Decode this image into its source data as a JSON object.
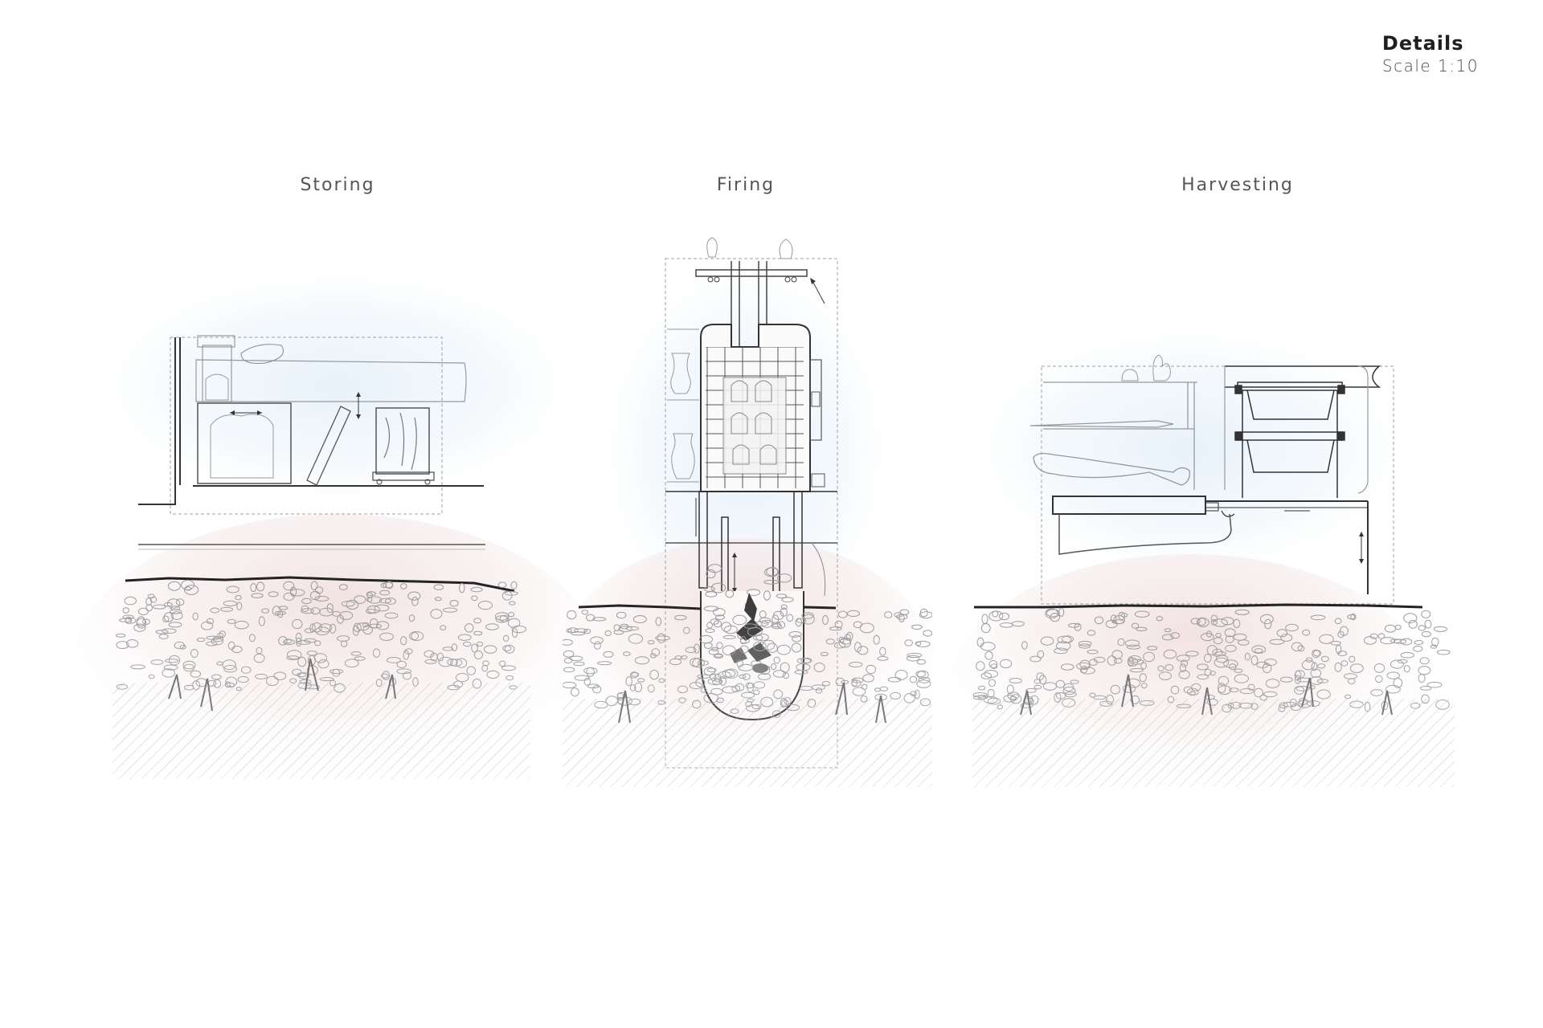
{
  "header": {
    "title": "Details",
    "scale": "Scale 1:10"
  },
  "details": [
    {
      "label": "Storing"
    },
    {
      "label": "Firing"
    },
    {
      "label": "Harvesting"
    }
  ],
  "colors": {
    "ink": "#2a2a2a",
    "line": "#7a7a7a",
    "light_line": "#a8a8a8",
    "sky_glow": "#eaf3fb",
    "soil_glow": "#f4e6e6",
    "gravel": "#9a9a9a",
    "fire": "#333333"
  }
}
